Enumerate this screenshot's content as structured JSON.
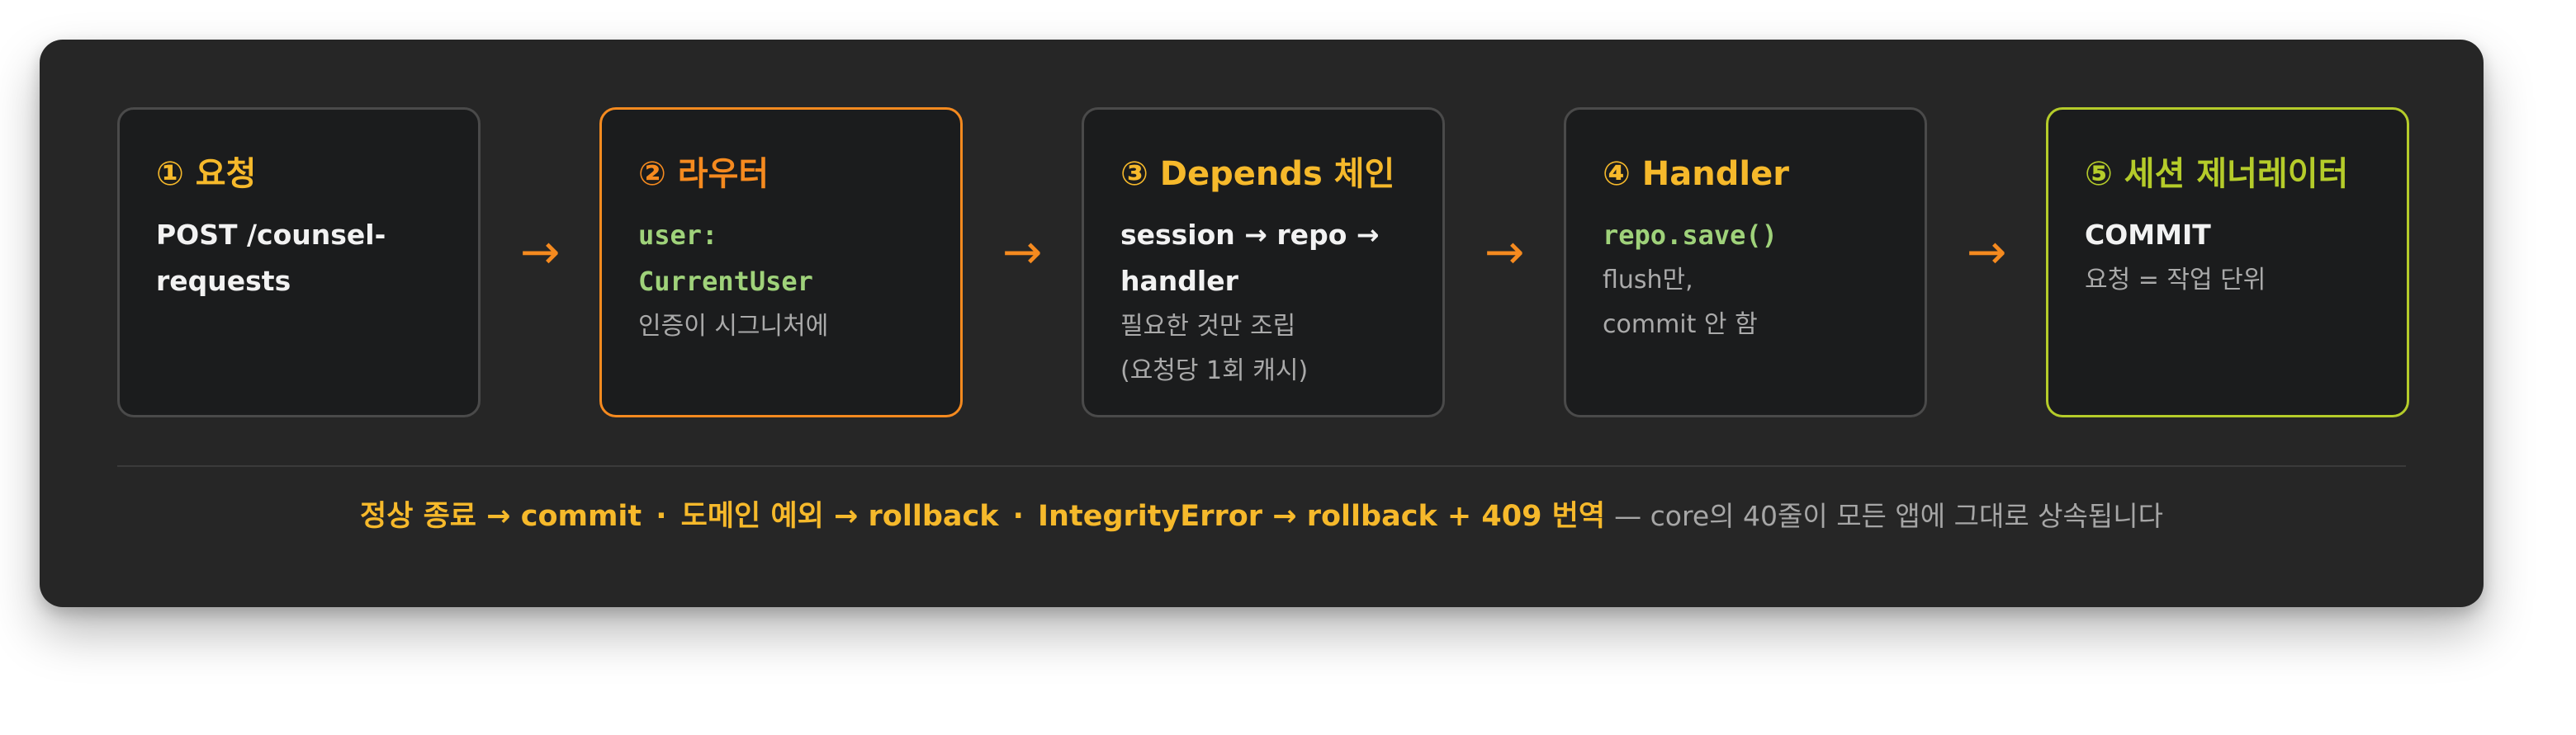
{
  "steps": [
    {
      "title": "① 요청",
      "lines": [
        "POST /counsel-requests"
      ]
    },
    {
      "title": "② 라우터",
      "code": [
        "user:",
        "CurrentUser"
      ],
      "note": "인증이 시그니처에"
    },
    {
      "title": "③ Depends 체인",
      "lines": [
        "session → repo →",
        "handler"
      ],
      "notes": [
        "필요한 것만 조립",
        "(요청당 1회 캐시)"
      ]
    },
    {
      "title": "④ Handler",
      "code": [
        "repo.save()"
      ],
      "notes": [
        "flush만,",
        "commit 안 함"
      ]
    },
    {
      "title": "⑤ 세션 제너레이터",
      "lines": [
        "COMMIT"
      ],
      "note": "요청 = 작업 단위"
    }
  ],
  "arrow_symbol": "→",
  "footer": {
    "parts": [
      "정상 종료 → commit",
      "도메인 예외 → rollback",
      "IntegrityError → rollback + 409 번역"
    ],
    "separator": "·",
    "note": "— core의 40줄이 모든 앱에 그대로 상속됩니다"
  },
  "colors": {
    "panel": "#262626",
    "box": "#1b1c1d",
    "accent_orange": "#f58a1f",
    "accent_yellow": "#f6b92b",
    "accent_green": "#b5cc2a",
    "code_green": "#9fd27a"
  }
}
